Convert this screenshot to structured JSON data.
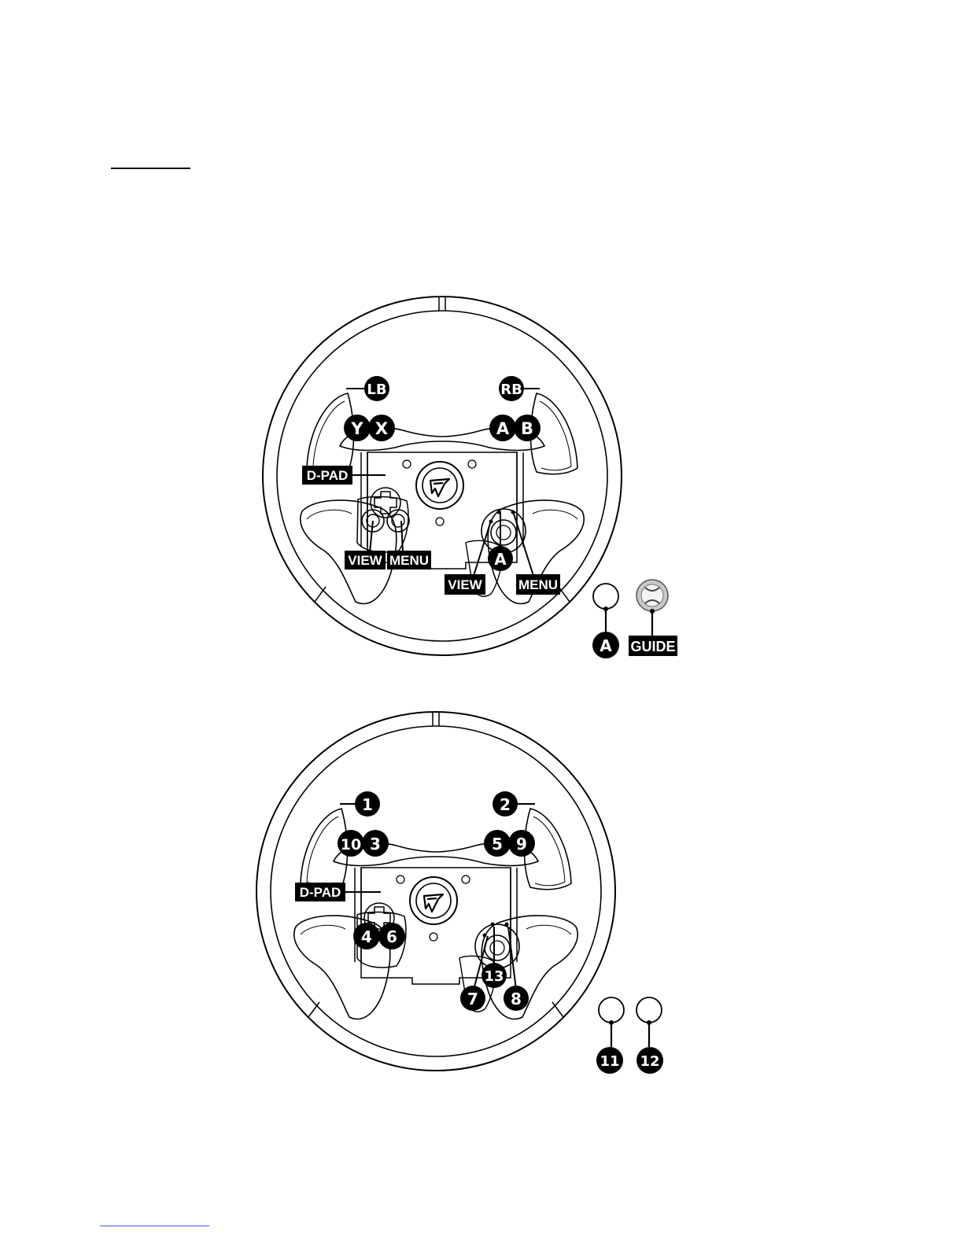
{
  "diagram1": {
    "lb": "LB",
    "rb": "RB",
    "y": "Y",
    "x": "X",
    "a": "A",
    "b": "B",
    "dpad": "D-PAD",
    "view_left": "VIEW",
    "menu_left": "MENU",
    "a_center": "A",
    "view_right": "VIEW",
    "menu_right": "MENU",
    "a_side": "A",
    "guide": "GUIDE"
  },
  "diagram2": {
    "b1": "1",
    "b2": "2",
    "b10": "10",
    "b3": "3",
    "b5": "5",
    "b9": "9",
    "dpad": "D-PAD",
    "b4": "4",
    "b6": "6",
    "b13": "13",
    "b7": "7",
    "b8": "8",
    "b11": "11",
    "b12": "12"
  },
  "icons": {
    "logo": "thrustmaster-logo-icon",
    "guide": "xbox-guide-icon"
  }
}
